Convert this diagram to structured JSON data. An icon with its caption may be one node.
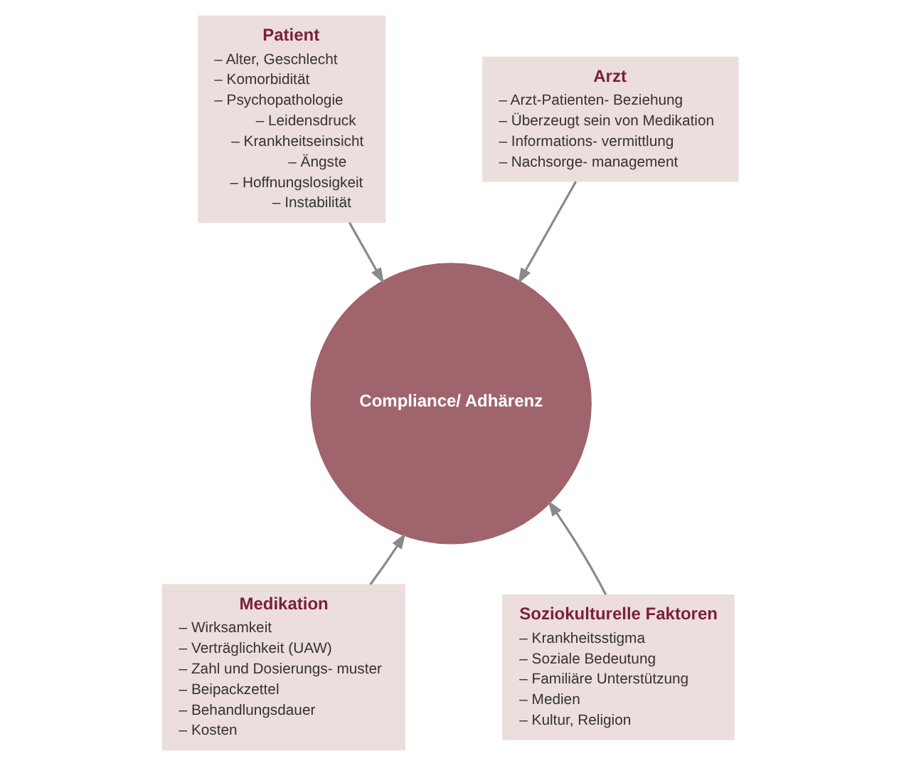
{
  "diagram": {
    "nodes": [
      {
        "text": [
          "Patient",
          "– Alter, Geschlecht",
          "– Komorbidität",
          "– Psychopathologie",
          "– Leidensdruck",
          "– Krankheitseinsicht",
          "– Ängste",
          "– Hoffnungslosigkeit",
          "– Instabilität"
        ]
      },
      {
        "text": [
          "Arzt",
          "– Arzt-Patienten- Beziehung",
          "– Überzeugt sein von Medikation",
          "– Informations- vermittlung",
          "– Nachsorge- management"
        ]
      },
      {
        "text": [
          "Compliance/ Adhärenz"
        ]
      },
      {
        "text": [
          "Medikation",
          "– Wirksamkeit",
          "– Verträglichkeit (UAW)",
          "– Zahl und Dosierungs- muster",
          "– Beipackzettel",
          "– Behandlungsdauer",
          "– Kosten"
        ]
      },
      {
        "text": [
          "Soziokulturelle Faktoren",
          "– Krankheitsstigma",
          "– Soziale Bedeutung",
          "– Familiäre Unterstützung",
          "– Medien",
          "– Kultur, Religion"
        ]
      }
    ],
    "edges": [
      {
        "from": 0,
        "to": 2,
        "arrow": "to"
      },
      {
        "from": 1,
        "to": 2,
        "arrow": "to"
      },
      {
        "from": 3,
        "to": 2,
        "arrow": "to"
      },
      {
        "from": 4,
        "to": 2,
        "arrow": "to"
      }
    ]
  }
}
